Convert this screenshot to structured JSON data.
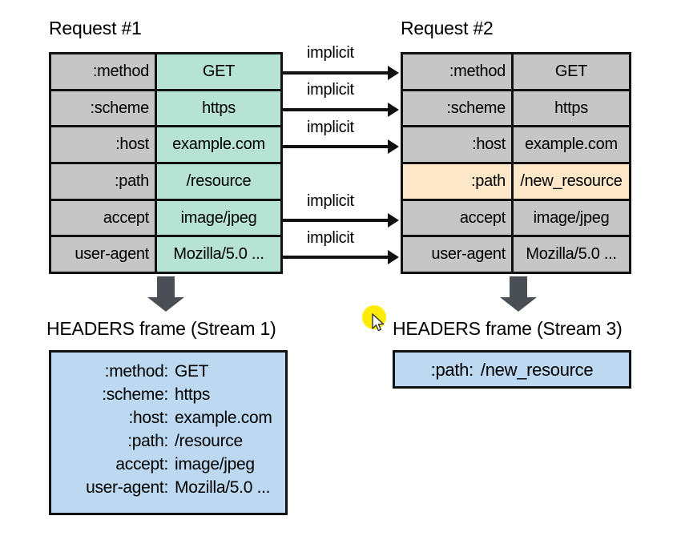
{
  "titles": {
    "request1": "Request #1",
    "request2": "Request #2",
    "frame1": "HEADERS frame (Stream 1)",
    "frame2": "HEADERS frame (Stream 3)"
  },
  "colors": {
    "header_name_gray": "#c6c6c6",
    "value_green": "#b7e3d5",
    "highlight_peach": "#fce8c8",
    "frame_blue": "#bdd9f1",
    "arrow_dark": "#4a4f56",
    "cursor_yellow": "#fdeb0a",
    "stroke_black": "#111111"
  },
  "request1": {
    "rows": [
      {
        "name": ":method",
        "value": "GET",
        "name_bg": "gray",
        "value_bg": "green"
      },
      {
        "name": ":scheme",
        "value": "https",
        "name_bg": "gray",
        "value_bg": "green"
      },
      {
        "name": ":host",
        "value": "example.com",
        "name_bg": "gray",
        "value_bg": "green"
      },
      {
        "name": ":path",
        "value": "/resource",
        "name_bg": "gray",
        "value_bg": "green"
      },
      {
        "name": "accept",
        "value": "image/jpeg",
        "name_bg": "gray",
        "value_bg": "green"
      },
      {
        "name": "user-agent",
        "value": "Mozilla/5.0 ...",
        "name_bg": "gray",
        "value_bg": "green"
      }
    ]
  },
  "request2": {
    "rows": [
      {
        "name": ":method",
        "value": "GET",
        "name_bg": "gray",
        "value_bg": "gray"
      },
      {
        "name": ":scheme",
        "value": "https",
        "name_bg": "gray",
        "value_bg": "gray"
      },
      {
        "name": ":host",
        "value": "example.com",
        "name_bg": "gray",
        "value_bg": "gray"
      },
      {
        "name": ":path",
        "value": "/new_resource",
        "name_bg": "peach",
        "value_bg": "peach"
      },
      {
        "name": "accept",
        "value": "image/jpeg",
        "name_bg": "gray",
        "value_bg": "gray"
      },
      {
        "name": "user-agent",
        "value": "Mozilla/5.0 ...",
        "name_bg": "gray",
        "value_bg": "gray"
      }
    ]
  },
  "implicit_arrows": [
    {
      "label": "implicit",
      "row": ":method"
    },
    {
      "label": "implicit",
      "row": ":scheme"
    },
    {
      "label": "implicit",
      "row": ":host"
    },
    {
      "label": "implicit",
      "row": "accept"
    },
    {
      "label": "implicit",
      "row": "user-agent"
    }
  ],
  "headers_frame_1": {
    "lines": [
      {
        "key": ":method:",
        "value": "GET"
      },
      {
        "key": ":scheme:",
        "value": "https"
      },
      {
        "key": ":host:",
        "value": "example.com"
      },
      {
        "key": ":path:",
        "value": "/resource"
      },
      {
        "key": "accept:",
        "value": "image/jpeg"
      },
      {
        "key": "user-agent:",
        "value": "Mozilla/5.0 ..."
      }
    ]
  },
  "headers_frame_2": {
    "lines": [
      {
        "key": ":path:",
        "value": "/new_resource"
      }
    ]
  }
}
